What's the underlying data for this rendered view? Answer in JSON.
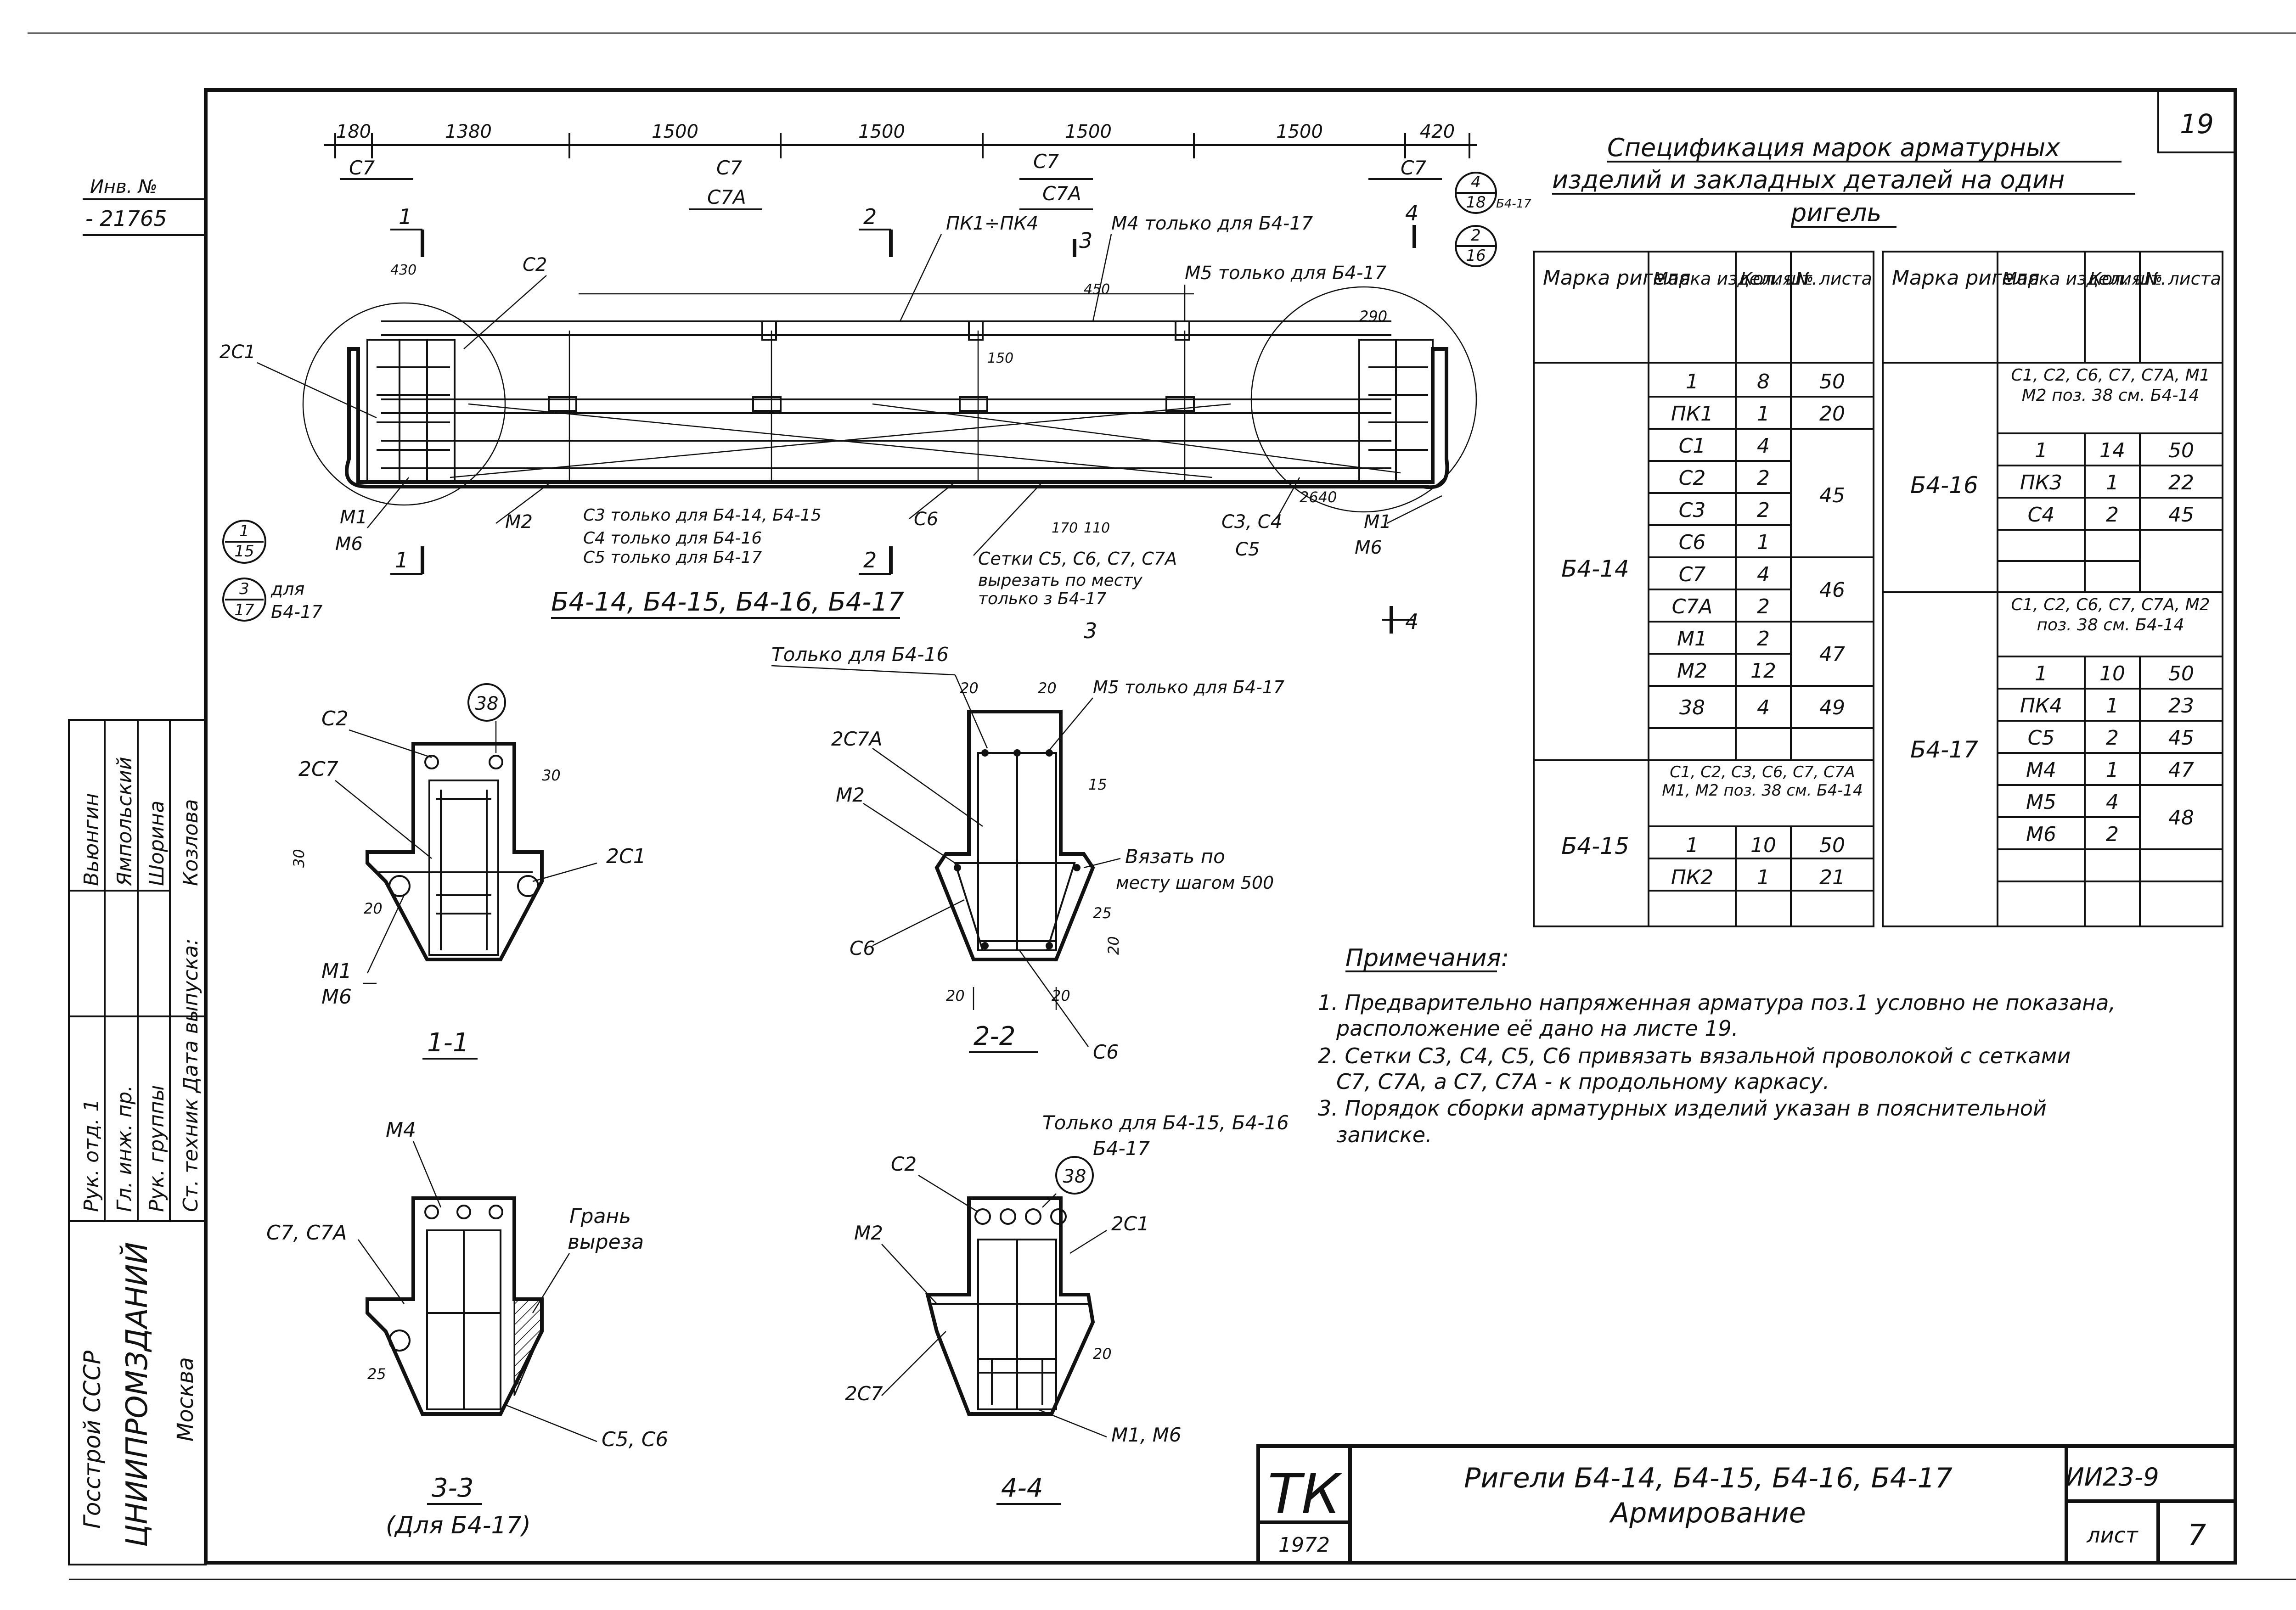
{
  "sheet": {
    "sheet_number": "19",
    "inv_label": "Инв. №",
    "inv_value": "- 21765",
    "org_lines": [
      "Госстрой СССР",
      "ЦНИИПРОМЗДАНИЙ",
      "Москва"
    ],
    "roles": [
      "Рук. отд. 1",
      "Гл. инж. пр.",
      "Рук. группы",
      "Ст. техник",
      "Дата выпуска:"
    ],
    "names": [
      "Вьюнгин",
      "Ямпольский",
      "Шорина",
      "Козлова"
    ]
  },
  "title_block": {
    "tk": "ТК",
    "year": "1972",
    "title_line1": "Ригели Б4-14, Б4-15, Б4-16, Б4-17",
    "title_line2": "Армирование",
    "series": "ИИ23-9",
    "list_label": "лист",
    "list_number": "7"
  },
  "elevation": {
    "dims_top": [
      "180",
      "1380",
      "1500",
      "1500",
      "1500",
      "1500",
      "420"
    ],
    "caption": "Б4-14, Б4-15, Б4-16, Б4-17",
    "labels": {
      "c7_a": "С7",
      "c7_b": "С7",
      "c7a_b": "С7А",
      "c7_c": "С7",
      "c7a_c": "С7А",
      "c7_d": "С7",
      "pk": "ПК1÷ПК4",
      "m4": "М4 только для Б4-17",
      "m5": "М5 только для Б4-17",
      "c2": "С2",
      "two_c1": "2С1",
      "m1m6_l": "М1",
      "m6_l": "М6",
      "m2": "М2",
      "c3": "С3 только для Б4-14, Б4-15",
      "c4": "С4 только для Б4-16",
      "c5": "С5 только для Б4-17",
      "c6": "С6",
      "setki": "Сетки С5, С6, С7, С7А",
      "vyrezat": "вырезать по месту",
      "tolko3": "только з  Б4-17",
      "c3c4": "С3, С4",
      "c5r": "С5",
      "m1r": "М1",
      "m6r": "М6",
      "d430": "430",
      "d450": "450",
      "d150": "150",
      "d290": "290",
      "d2640": "2640",
      "d170": "170",
      "d110": "110",
      "sec1": "1",
      "sec2": "2",
      "sec3": "3",
      "sec4": "4",
      "callout_15_top": "1",
      "callout_15_bot": "15",
      "callout_17_top": "3",
      "callout_17_bot": "17",
      "callout_17_text1": "для",
      "callout_17_text2": "Б4-17",
      "callout_18_top": "4",
      "callout_18_bot": "18",
      "callout_18_text": "Б4-17",
      "callout_16_top": "2",
      "callout_16_bot": "16"
    }
  },
  "spec": {
    "title_line1": "Спецификация марок арматурных",
    "title_line2": "изделий и закладных деталей на один",
    "title_line3": "ригель",
    "headers": [
      "Марка ригеля",
      "Марка изделия",
      "Кол. шт.",
      "№ листа"
    ],
    "left": {
      "b414": "Б4-14",
      "b414_rows": [
        [
          "1",
          "8",
          "50"
        ],
        [
          "ПК1",
          "1",
          "20"
        ],
        [
          "С1",
          "4",
          ""
        ],
        [
          "С2",
          "2",
          "45"
        ],
        [
          "С3",
          "2",
          ""
        ],
        [
          "С6",
          "1",
          ""
        ],
        [
          "С7",
          "4",
          "46"
        ],
        [
          "С7А",
          "2",
          ""
        ],
        [
          "М1",
          "2",
          "47"
        ],
        [
          "М2",
          "12",
          ""
        ],
        [
          "38",
          "4",
          "49"
        ]
      ],
      "b415": "Б4-15",
      "b415_note": "С1, С2, С3, С6, С7, С7А М1, М2 поз. 38 см. Б4-14",
      "b415_rows": [
        [
          "1",
          "10",
          "50"
        ],
        [
          "ПК2",
          "1",
          "21"
        ]
      ]
    },
    "right": {
      "b416": "Б4-16",
      "b416_note": "С1, С2, С6, С7, С7А, М1 М2 поз. 38 см. Б4-14",
      "b416_rows": [
        [
          "1",
          "14",
          "50"
        ],
        [
          "ПК3",
          "1",
          "22"
        ],
        [
          "С4",
          "2",
          "45"
        ]
      ],
      "b417": "Б4-17",
      "b417_note": "С1, С2, С6, С7, С7А, М2 поз. 38 см. Б4-14",
      "b417_rows": [
        [
          "1",
          "10",
          "50"
        ],
        [
          "ПК4",
          "1",
          "23"
        ],
        [
          "С5",
          "2",
          "45"
        ],
        [
          "М4",
          "1",
          "47"
        ],
        [
          "М5",
          "4",
          "48"
        ],
        [
          "М6",
          "2",
          ""
        ]
      ]
    }
  },
  "notes": {
    "heading": "Примечания:",
    "items": [
      "1. Предварительно напряженная арматура поз.1 условно не показана,",
      "расположение её дано на листе 19.",
      "2. Сетки С3, С4, С5, С6 привязать вязальной проволокой с сетками",
      "С7, С7А,  а  С7, С7А - к продольному каркасу.",
      "3. Порядок сборки арматурных изделий указан в пояснительной",
      "записке."
    ]
  },
  "sections": {
    "s11": {
      "caption": "1-1",
      "c2": "С2",
      "n38": "38",
      "two_c7": "2С7",
      "two_c1": "2С1",
      "m1": "М1",
      "m6": "М6",
      "d30a": "30",
      "d30b": "30",
      "d20": "20"
    },
    "s22": {
      "caption": "2-2",
      "only16": "Только для Б4-16",
      "m5": "М5 только для Б4-17",
      "two_c7a": "2С7А",
      "m2": "М2",
      "vyazat1": "Вязать по",
      "vyazat2": "месту шагом 500",
      "c6a": "С6",
      "c6b": "С6",
      "d20a": "20",
      "d20b": "20",
      "d15": "15",
      "d25": "25",
      "d20c": "20",
      "d20d": "20",
      "d20e": "20"
    },
    "s33": {
      "caption": "3-3",
      "subcaption": "(Для Б4-17)",
      "m4": "М4",
      "c7c7a": "С7, С7А",
      "gran1": "Грань",
      "gran2": "выреза",
      "c5c6": "С5, С6",
      "d25": "25"
    },
    "s44": {
      "caption": "4-4",
      "only1": "Только для Б4-15, Б4-16",
      "only2": "Б4-17",
      "n38": "38",
      "c2": "С2",
      "m2": "М2",
      "two_c1": "2С1",
      "two_c7": "2С7",
      "m1m6": "М1, М6",
      "d20": "20"
    }
  }
}
